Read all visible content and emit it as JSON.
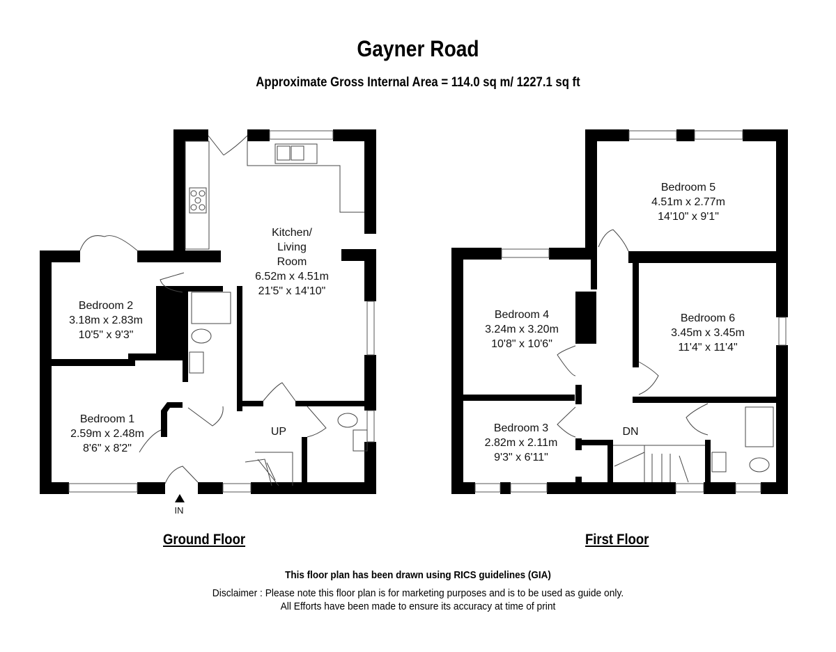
{
  "header": {
    "title": "Gayner Road",
    "area": "Approximate Gross Internal Area = 114.0 sq m/ 1227.1 sq ft"
  },
  "ground_floor": {
    "label": "Ground Floor",
    "entrance": "IN",
    "stairs": "UP",
    "rooms": [
      {
        "name": "Kitchen/",
        "name2": "Living",
        "name3": "Room",
        "metric": "6.52m x 4.51m",
        "imperial": "21'5\" x 14'10\""
      },
      {
        "name": "Bedroom 2",
        "metric": "3.18m x 2.83m",
        "imperial": "10'5\" x 9'3\""
      },
      {
        "name": "Bedroom 1",
        "metric": "2.59m x 2.48m",
        "imperial": "8'6\" x 8'2\""
      }
    ]
  },
  "first_floor": {
    "label": "First Floor",
    "stairs": "DN",
    "rooms": [
      {
        "name": "Bedroom 5",
        "metric": "4.51m x 2.77m",
        "imperial": "14'10\" x 9'1\""
      },
      {
        "name": "Bedroom 4",
        "metric": "3.24m x 3.20m",
        "imperial": "10'8\" x 10'6\""
      },
      {
        "name": "Bedroom 6",
        "metric": "3.45m x 3.45m",
        "imperial": "11'4\" x 11'4\""
      },
      {
        "name": "Bedroom 3",
        "metric": "2.82m x 2.11m",
        "imperial": "9'3\" x 6'11\""
      }
    ]
  },
  "footer": {
    "guidelines": "This floor plan has been drawn using RICS guidelines (GIA)",
    "disclaimer1": "Disclaimer : Please note this floor plan is for marketing purposes and is to be used as guide only.",
    "disclaimer2": "All Efforts have been made to ensure its accuracy at time of print"
  }
}
